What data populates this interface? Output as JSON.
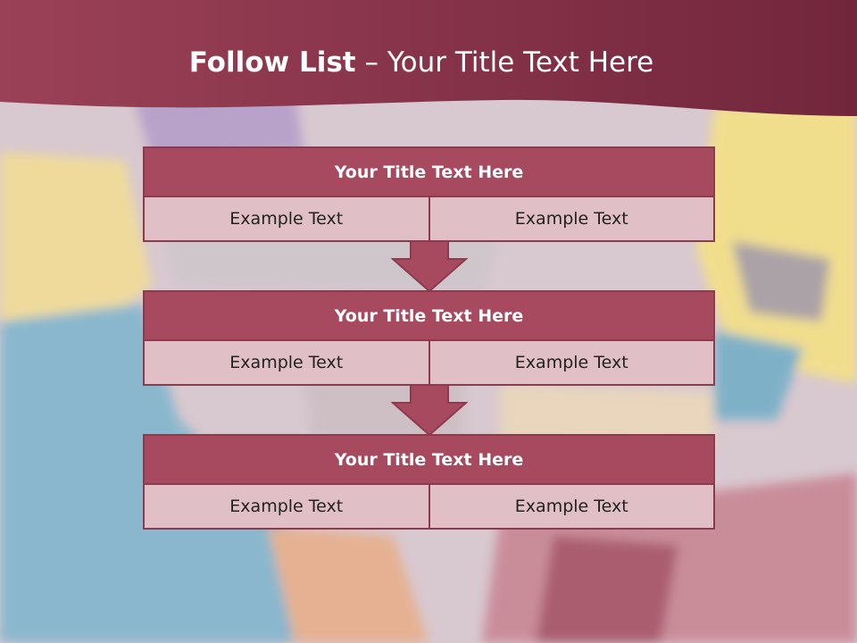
{
  "title": {
    "bold": "Follow List",
    "rest": " – Your Title Text Here"
  },
  "blocks": [
    {
      "title": "Your Title Text Here",
      "left": "Example Text",
      "right": "Example Text"
    },
    {
      "title": "Your Title Text Here",
      "left": "Example Text",
      "right": "Example Text"
    },
    {
      "title": "Your Title Text Here",
      "left": "Example Text",
      "right": "Example Text"
    }
  ],
  "colors": {
    "header": "#7a2f45",
    "title_bar": "#a74a60",
    "cell": "#e0c0c6"
  },
  "background": "clothes-collage-image"
}
